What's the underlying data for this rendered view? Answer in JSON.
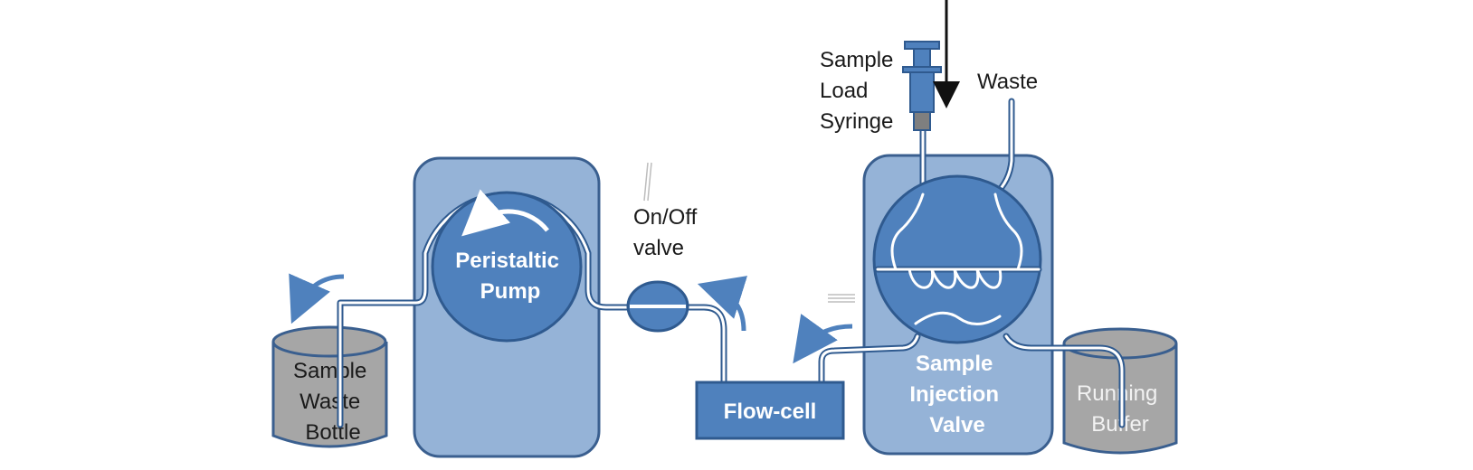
{
  "labels": {
    "peristaltic_pump": [
      "Peristaltic",
      "Pump"
    ],
    "on_off_valve": [
      "On/Off",
      "valve"
    ],
    "sample_load_syringe": [
      "Sample",
      "Load",
      "Syringe"
    ],
    "waste": "Waste",
    "sample_waste_bottle": [
      "Sample",
      "Waste",
      "Bottle"
    ],
    "flow_cell": "Flow-cell",
    "sample_injection_valve": [
      "Sample",
      "Injection",
      "Valve"
    ],
    "running_buffer": [
      "Running",
      "Buffer"
    ]
  },
  "colors": {
    "housing_fill": "#95b3d7",
    "housing_stroke": "#3a5f8f",
    "component_fill": "#4f81bd",
    "component_stroke": "#2f5a8f",
    "bottle_fill": "#a6a6a6",
    "bottle_stroke": "#3a5f8f",
    "arrow_blue": "#4f81bd",
    "tube_stroke": "#2f5a8f",
    "tube_fill": "#ffffff"
  }
}
